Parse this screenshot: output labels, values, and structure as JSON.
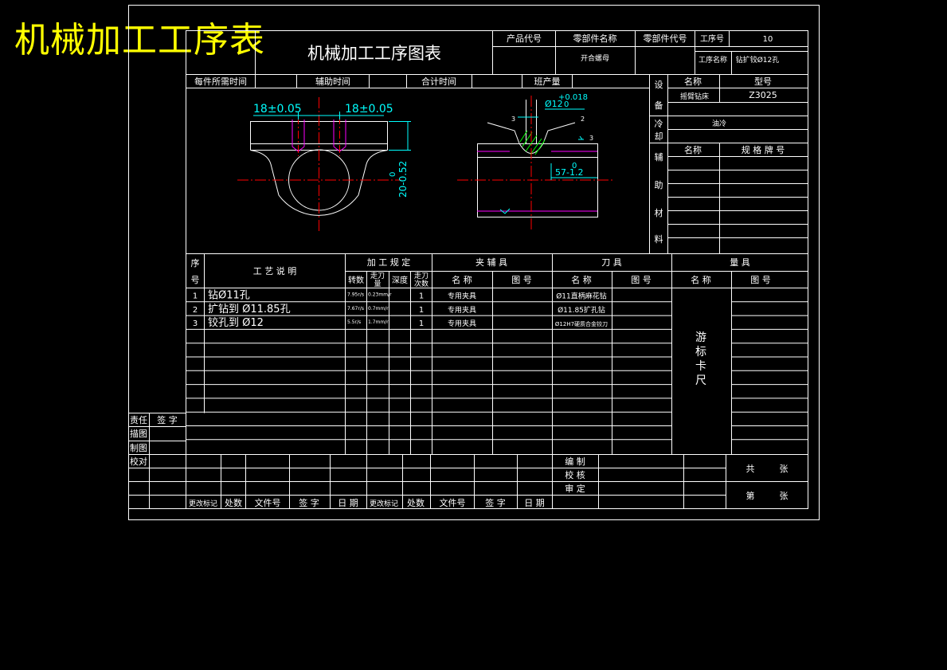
{
  "overlay_title": "机械加工工序表",
  "header": {
    "form_title": "机械加工工序图表",
    "product_code_label": "产品代号",
    "part_name_label": "零部件名称",
    "part_code_label": "零部件代号",
    "op_no_label": "工序号",
    "op_no_value": "10",
    "part_name_value": "开合螺母",
    "op_name_label": "工序名称",
    "op_name_value": "钻扩铰Ø12孔"
  },
  "time_row": {
    "per_piece": "每件所需时间",
    "aux_time": "辅助时间",
    "total_time": "合计时间",
    "shift_output": "班产量"
  },
  "equipment": {
    "section": [
      "设",
      "备"
    ],
    "name_label": "名称",
    "model_label": "型号",
    "name_value": "摇臂钻床",
    "model_value": "Z3025",
    "cooling": [
      "冷",
      "却"
    ],
    "cooling_value": "油冷",
    "aux_material": [
      "辅",
      "助",
      "材",
      "料"
    ],
    "aux_name_label": "名称",
    "aux_spec_label": "规 格 牌 号"
  },
  "drawing": {
    "dim_left": "18±0.05",
    "dim_right": "18±0.05",
    "dim_height": "20-0.52",
    "dim_height_upper": "0",
    "dia_label": "Ø12",
    "dia_upper": "+0.018",
    "dia_lower": "0",
    "len_label": "57-1.2",
    "len_upper": "0",
    "rough_1": "2",
    "rough_2": "3",
    "mark_1": "3"
  },
  "steps_table": {
    "seq": [
      "序",
      "号"
    ],
    "desc": "工 艺 说 明",
    "proc_spec": "加 工 规 定",
    "speed": "转数",
    "feed": [
      "走刀",
      "量"
    ],
    "depth": "深度",
    "passes": [
      "走刀",
      "次数"
    ],
    "fixture": "夹 辅 具",
    "tool": "刀 具",
    "gauge": "量 具",
    "name": "名 称",
    "drawing_no": "图 号",
    "gauge_name": "游标卡尺",
    "rows": [
      {
        "no": "1",
        "desc": "钻Ø11孔",
        "speed": "7.95r/s",
        "feed": "0.23mm/r",
        "passes": "1",
        "fixture": "专用夹具",
        "tool": "Ø11直柄麻花钻"
      },
      {
        "no": "2",
        "desc": "扩钻到 Ø11.85孔",
        "speed": "7.67r/s",
        "feed": "0.7mm/r",
        "passes": "1",
        "fixture": "专用夹具",
        "tool": "Ø11.85扩孔钻"
      },
      {
        "no": "3",
        "desc": "铰孔到 Ø12",
        "speed": "5.5r/s",
        "feed": "1.7mm/r",
        "passes": "1",
        "fixture": "专用夹具",
        "tool": "Ø12H7硬质合金铰刀"
      }
    ]
  },
  "sign_block": {
    "responsible": "责任",
    "signature": "签 字",
    "traced": "描图",
    "drafted": "制图",
    "checked": "校对",
    "change_mark": "更改标记",
    "places": "处数",
    "file_no": "文件号",
    "sign": "签 字",
    "date": "日 期",
    "compiled": "编 制",
    "reviewed": "校 核",
    "approved": "审 定",
    "total": "共",
    "sheets": "张",
    "page": "第",
    "page_sheets": "张"
  },
  "colors": {
    "line": "#ffffff",
    "yellow": "#ffff00",
    "cyan": "#00ffff",
    "red": "#ff0000",
    "magenta": "#ff00ff",
    "green": "#00ff00"
  }
}
